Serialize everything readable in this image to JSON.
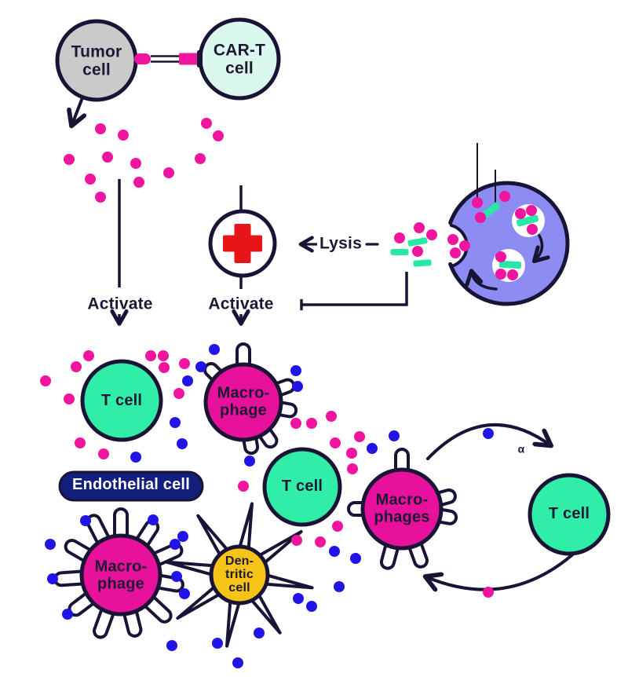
{
  "palette": {
    "ink": "#1d1833",
    "navy": "#191435",
    "pink": "#f0149e",
    "blue": "#2015e6",
    "magenta": "#e8119c",
    "mint": "#30eda8",
    "mint_pale": "#daf8ee",
    "mint_bar": "#29e7a6",
    "gray": "#cacaca",
    "periwinkle": "#8c8cf2",
    "red": "#e81418",
    "deep_blue": "#13207b",
    "yellow": "#f5c417",
    "white": "#ffffff"
  },
  "labels": {
    "tumor_cell": "Tumor\ncell",
    "car_t_cell": "CAR-T\ncell",
    "activate_left": "Activate",
    "activate_middle": "Activate",
    "lysis": "Lysis",
    "alpha": "α",
    "t_cell_1": "T cell",
    "macrophage_1": "Macro-\nphage",
    "endothelial_cell": "Endothelial cell",
    "t_cell_2": "T cell",
    "macrophages": "Macro-\nphages",
    "t_cell_3": "T cell",
    "macrophage_2": "Macro-\nphage",
    "dendritic_cell": "Den-\ntritic\ncell"
  },
  "dots": {
    "pink": [
      [
        88,
        203
      ],
      [
        128,
        164
      ],
      [
        137,
        200
      ],
      [
        157,
        172
      ],
      [
        115,
        228
      ],
      [
        173,
        208
      ],
      [
        177,
        232
      ],
      [
        128,
        251
      ],
      [
        215,
        220
      ],
      [
        255,
        202
      ],
      [
        278,
        173
      ],
      [
        263,
        157
      ],
      [
        509,
        303
      ],
      [
        534,
        290
      ],
      [
        550,
        299
      ],
      [
        532,
        320
      ],
      [
        608,
        258
      ],
      [
        643,
        250
      ],
      [
        612,
        277
      ],
      [
        577,
        305
      ],
      [
        592,
        313
      ],
      [
        580,
        322
      ],
      [
        663,
        272
      ],
      [
        677,
        268
      ],
      [
        678,
        292
      ],
      [
        638,
        327
      ],
      [
        638,
        349
      ],
      [
        653,
        350
      ],
      [
        113,
        453
      ],
      [
        97,
        467
      ],
      [
        58,
        485
      ],
      [
        88,
        508
      ],
      [
        192,
        453
      ],
      [
        208,
        453
      ],
      [
        209,
        468
      ],
      [
        235,
        463
      ],
      [
        228,
        501
      ],
      [
        102,
        564
      ],
      [
        132,
        578
      ],
      [
        310,
        619
      ],
      [
        377,
        539
      ],
      [
        397,
        539
      ],
      [
        422,
        530
      ],
      [
        427,
        564
      ],
      [
        448,
        577
      ],
      [
        458,
        556
      ],
      [
        449,
        597
      ],
      [
        430,
        670
      ],
      [
        378,
        688
      ],
      [
        408,
        690
      ],
      [
        622,
        754
      ]
    ],
    "blue": [
      [
        256,
        467
      ],
      [
        239,
        485
      ],
      [
        273,
        445
      ],
      [
        377,
        472
      ],
      [
        379,
        492
      ],
      [
        223,
        538
      ],
      [
        232,
        565
      ],
      [
        173,
        582
      ],
      [
        318,
        587
      ],
      [
        474,
        571
      ],
      [
        502,
        555
      ],
      [
        426,
        702
      ],
      [
        453,
        711
      ],
      [
        622,
        552
      ],
      [
        235,
        756
      ],
      [
        380,
        762
      ],
      [
        397,
        772
      ],
      [
        432,
        747
      ],
      [
        330,
        806
      ],
      [
        219,
        822
      ],
      [
        277,
        819
      ],
      [
        303,
        844
      ],
      [
        109,
        663
      ],
      [
        64,
        693
      ],
      [
        67,
        737
      ],
      [
        86,
        782
      ],
      [
        195,
        662
      ],
      [
        233,
        683
      ],
      [
        223,
        693
      ],
      [
        225,
        734
      ]
    ]
  },
  "bars": [
    [
      532,
      308,
      25,
      8,
      -10
    ],
    [
      509,
      321,
      23,
      8,
      0
    ],
    [
      538,
      335,
      23,
      8,
      -4
    ],
    [
      625,
      268,
      26,
      9,
      -38
    ],
    [
      672,
      281,
      28,
      9,
      -15
    ],
    [
      650,
      337,
      28,
      9,
      3
    ]
  ]
}
